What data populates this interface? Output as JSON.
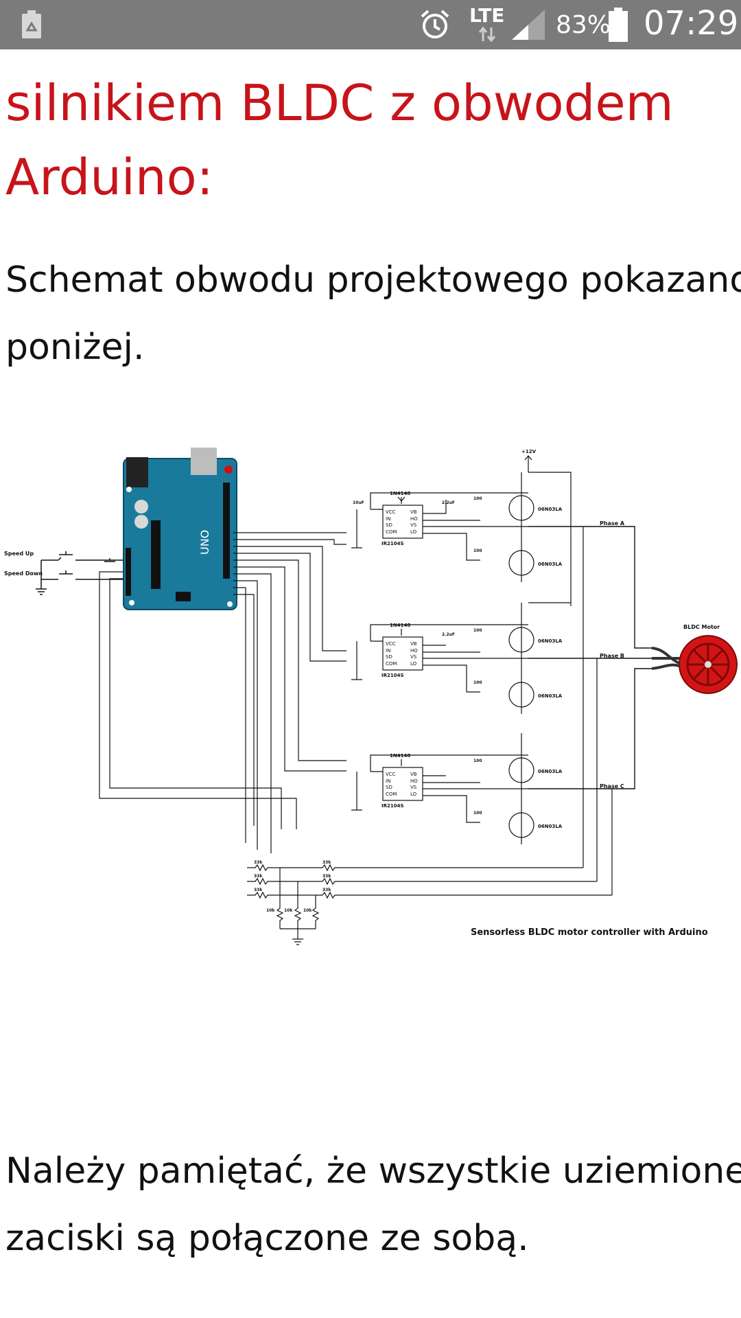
{
  "status_bar": {
    "network": "LTE",
    "battery_percent": "83%",
    "time": "07:29",
    "icons": [
      "recycle-battery-icon",
      "alarm-icon",
      "data-arrows-icon",
      "signal-icon",
      "battery-icon"
    ]
  },
  "article": {
    "heading_line1": "silnikiem BLDC z obwodem",
    "heading_line2": "Arduino:",
    "intro_line1": "Schemat obwodu projektowego pokazano",
    "intro_line2": "poniżej.",
    "note_line1": "Należy pamiętać, że wszystkie uziemione",
    "note_line2": "zaciski są połączone ze sobą.",
    "heading_color": "#c7141a"
  },
  "schematic": {
    "caption": "Sensorless BLDC motor controller with Arduino",
    "supply": "+12V",
    "motor_label": "BLDC Motor",
    "board_label": "UNO",
    "speed_up": "Speed Up",
    "speed_down": "Speed Down",
    "phases": [
      "Phase A",
      "Phase B",
      "Phase C"
    ],
    "driver_ic": "IR2104S",
    "diode": "1N4148",
    "cap_boot": "2.2uF",
    "cap_vcc": "10uF",
    "gate_res": "100",
    "mosfet": "06N03LA",
    "pins": [
      "VCC",
      "IN",
      "SD",
      "COM",
      "VB",
      "HO",
      "VS",
      "LO"
    ],
    "divider_top": "33k",
    "divider_bottom": "10k",
    "motor_color": "#d41414",
    "board_color": "#1a7a9c"
  }
}
